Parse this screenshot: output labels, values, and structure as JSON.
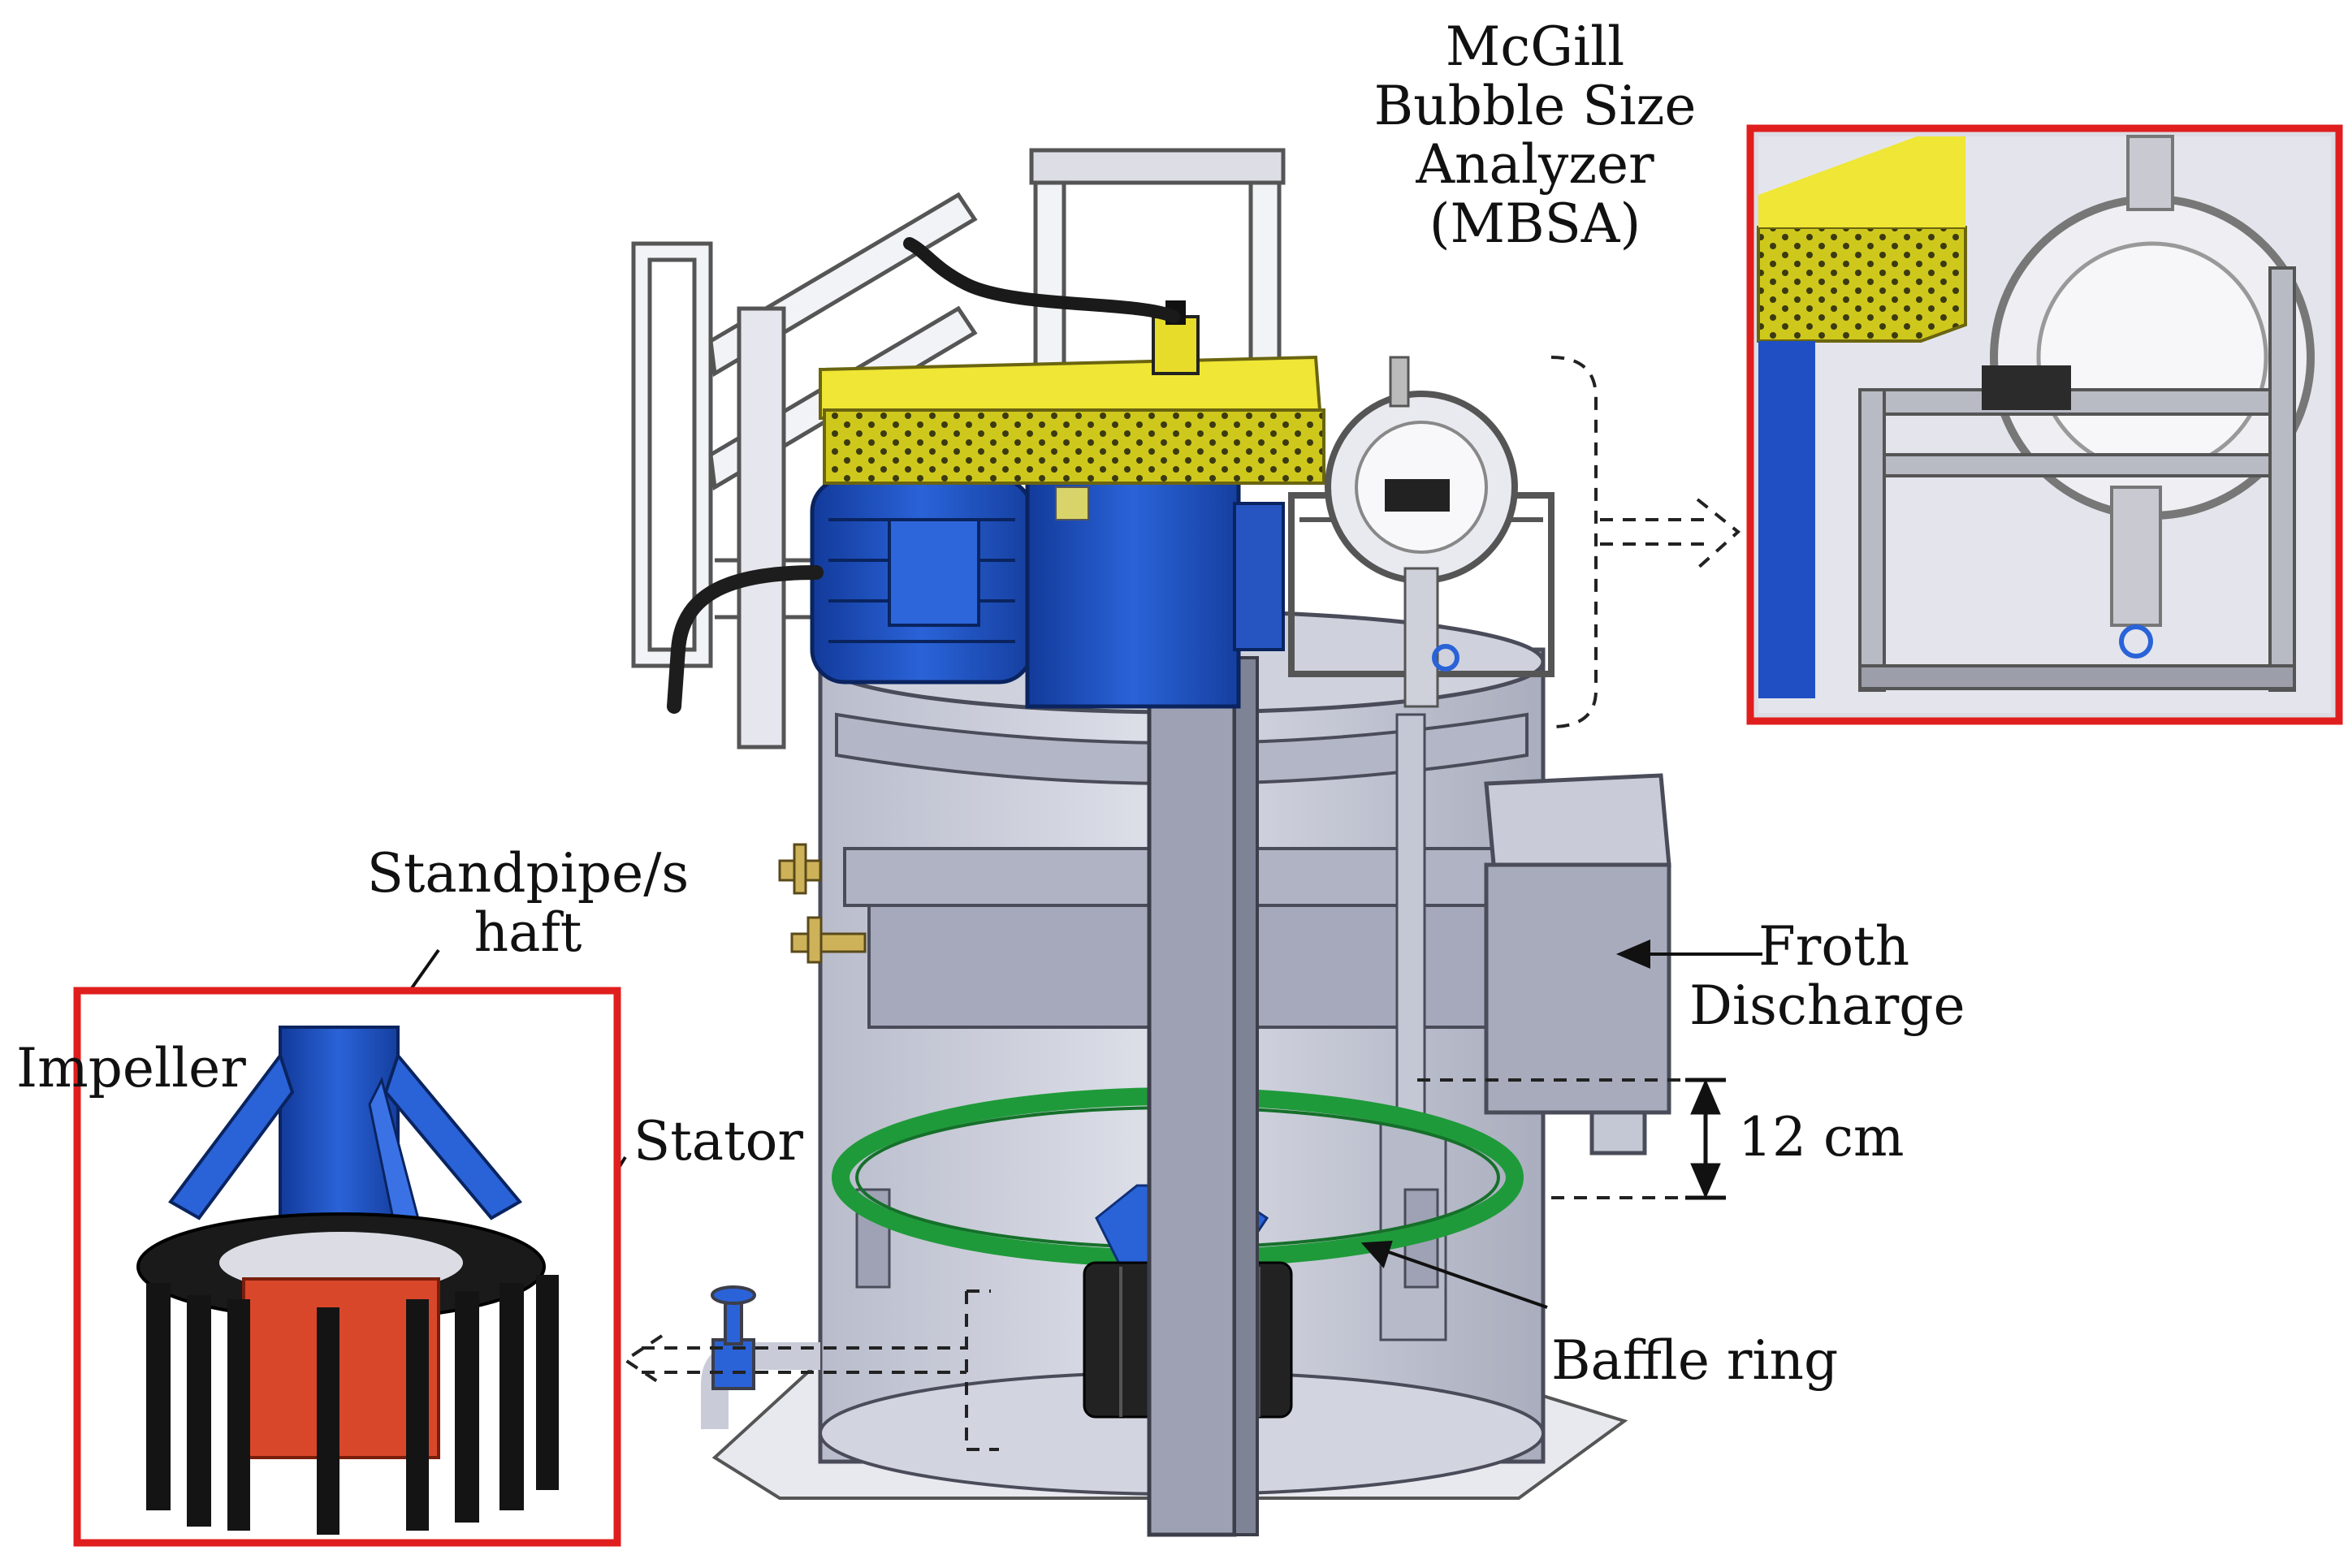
{
  "labels": {
    "mbsa_line1": "McGill",
    "mbsa_line2": "Bubble Size",
    "mbsa_line3": "Analyzer",
    "mbsa_line4": "(MBSA)",
    "standpipe_line1": "Standpipe/s",
    "standpipe_line2": "haft",
    "impeller": "Impeller",
    "stator": "Stator",
    "froth_line1": "Froth",
    "froth_line2": "Discharge",
    "baffle_ring": "Baffle ring",
    "gap": "12 cm"
  },
  "colors": {
    "highlight_frame": "#e01e1e",
    "cover_yellow": "#e8e02a",
    "motor_blue": "#1d4fc4",
    "baffle_green": "#1f9a3a",
    "rotor_red": "#d9472a",
    "stator_black": "#141414",
    "tank_grey": "#c9ccd8"
  }
}
